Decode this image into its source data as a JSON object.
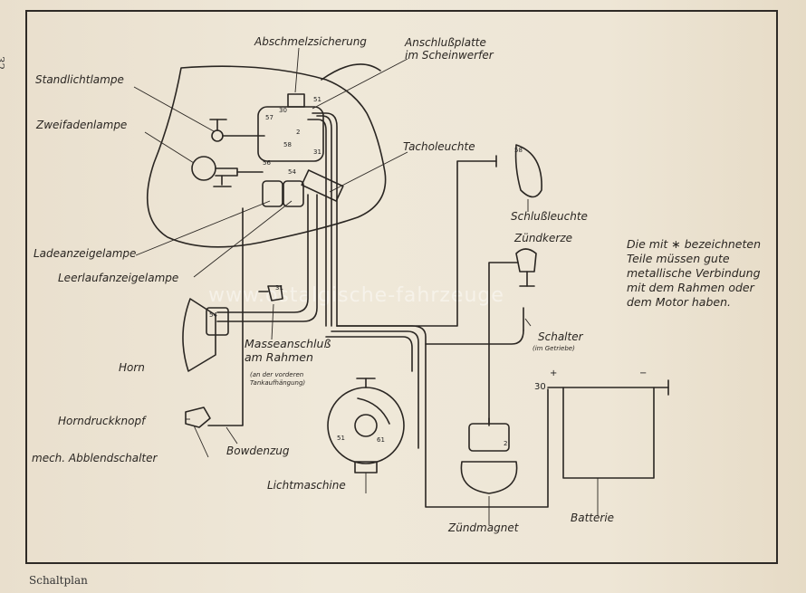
{
  "page_number": "32",
  "caption": "Schaltplan",
  "watermark": "www.ostalgische-fahrzeuge",
  "labels": {
    "abschmelzsicherung": "Abschmelzsicherung",
    "anschlussplatte": "Anschlußplatte\nim Scheinwerfer",
    "standlichtlampe": "Standlichtlampe",
    "zweifadenlampe": "Zweifadenlampe",
    "tacholeuchte": "Tacholeuchte",
    "schlussleuchte": "Schlußleuchte",
    "zuendkerze": "Zündkerze",
    "ladeanzeigelampe": "Ladeanzeigelampe",
    "leerlaufanzeigelampe": "Leerlaufanzeigelampe",
    "masseanschluss": "Masseanschluß\nam Rahmen",
    "masseanschluss_sub": "(an der vorderen\nTankaufhängung)",
    "horn": "Horn",
    "schalter": "Schalter",
    "schalter_sub": "(im Getriebe)",
    "horndruckknopf": "Horndruckknopf",
    "abblendschalter": "mech. Abblendschalter",
    "bowdenzug": "Bowdenzug",
    "lichtmaschine": "Lichtmaschine",
    "zuendmagnet": "Zündmagnet",
    "batterie": "Batterie",
    "note": "Die mit ∗ bezeichneten Teile müssen gute metallische Verbindung mit dem Rahmen oder dem Motor haben."
  },
  "terminals": {
    "t51": "51",
    "t30": "30",
    "t57": "57",
    "t2": "2",
    "t58": "58",
    "t31": "31",
    "t56": "56",
    "t54": "54",
    "t61": "61",
    "batt_plus": "+",
    "batt_minus": "−",
    "batt_30": "30",
    "mass_31": "31",
    "horn_54": "54",
    "lm_51": "51",
    "lm_61": "61",
    "zm_2": "2",
    "sl_58": "58"
  }
}
